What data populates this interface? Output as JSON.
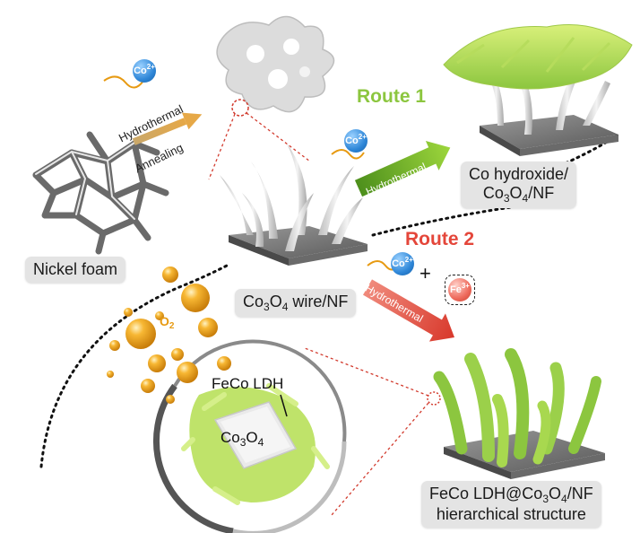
{
  "labels": {
    "nickel_foam": "Nickel foam",
    "co3o4_wire": {
      "a": "Co",
      "b": "3",
      "c": "O",
      "d": "4",
      "e": " wire/NF"
    },
    "co_hydroxide": {
      "line1": "Co hydroxide/",
      "l2a": "Co",
      "l2b": "3",
      "l2c": "O",
      "l2d": "4",
      "l2e": "/NF"
    },
    "fecoldh": {
      "l1a": "FeCo LDH@Co",
      "l1b": "3",
      "l1c": "O",
      "l1d": "4",
      "l1e": "/NF",
      "line2": "hierarchical structure"
    }
  },
  "routes": {
    "route1": "Route 1",
    "route2": "Route 2"
  },
  "route_colors": {
    "route1": "#8cc63f",
    "route2": "#e4463a"
  },
  "ions": {
    "co_base": "Co",
    "co_charge": "2+",
    "fe_base": "Fe",
    "fe_charge": "3+",
    "plus": "+"
  },
  "process": {
    "hydrothermal": "Hydrothermal",
    "annealing": "Annealing"
  },
  "inset": {
    "fecoldh": "FeCo LDH",
    "co3o4_a": "Co",
    "co3o4_b": "3",
    "co3o4_c": "O",
    "co3o4_d": "4"
  },
  "bubbles": {
    "o2_base": "O",
    "o2_sub": "2"
  }
}
